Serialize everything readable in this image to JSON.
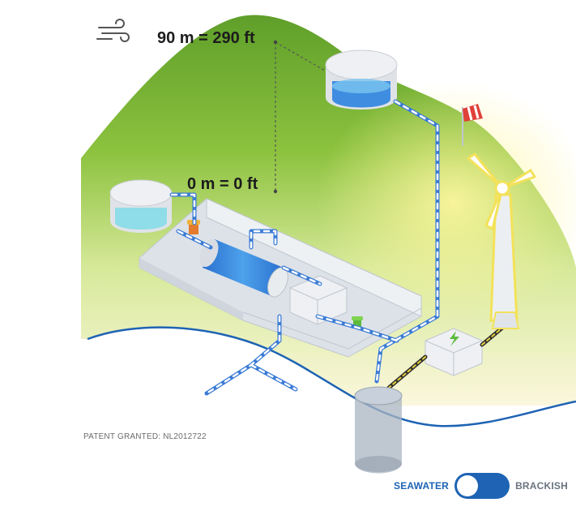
{
  "elevation": {
    "top_label": "90 m = 290 ft",
    "bottom_label": "0 m = 0 ft"
  },
  "patent_text": "PATENT GRANTED: NL2012722",
  "toggle": {
    "left_label": "SEAWATER",
    "right_label": "BRACKISH",
    "selected": "SEAWATER"
  },
  "icons": {
    "wind": "wind-icon",
    "lightning": "lightning-icon"
  },
  "colors": {
    "hill_green": "#7ab43a",
    "sea_blue": "#1e63b4",
    "pipe_blue": "#3a7bd5",
    "water_light": "#8fdde8",
    "turbine_glow": "#f3e25a",
    "cable_yellow": "#e6d23a"
  }
}
